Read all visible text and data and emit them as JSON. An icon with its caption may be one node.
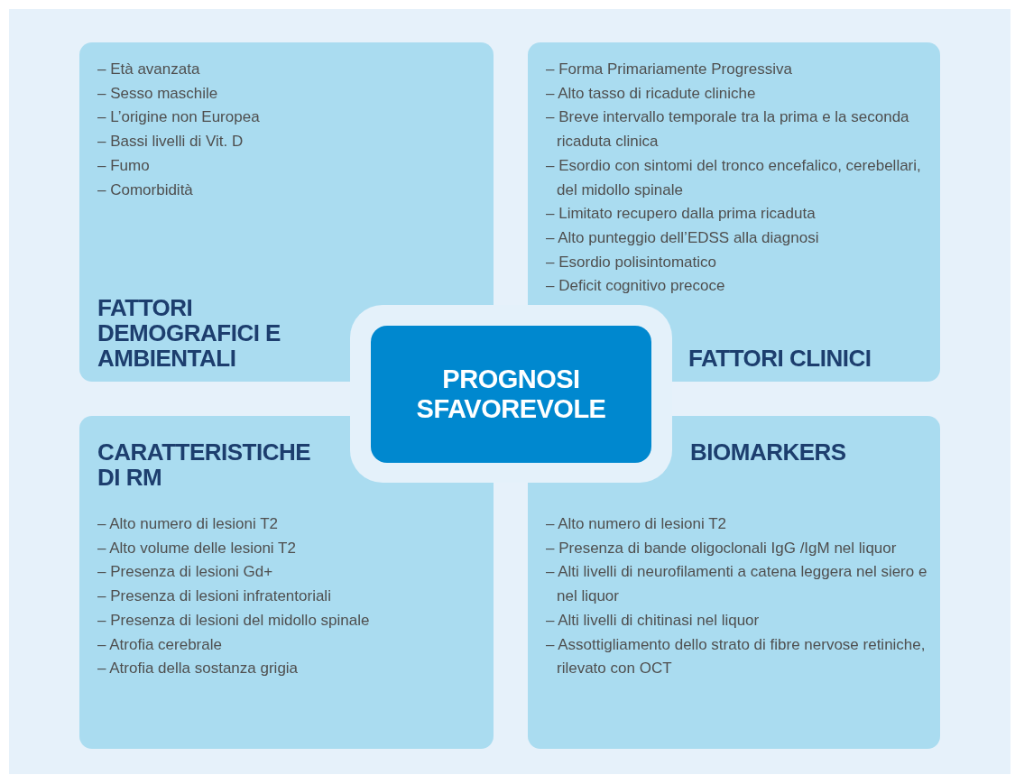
{
  "diagram": {
    "nodes": [
      {
        "text": [
          "– Età avanzata",
          "– Sesso maschile",
          "– L’origine non Europea",
          "– Bassi livelli di Vit. D",
          "– Fumo",
          "– Comorbidità",
          "FATTORI DEMOGRAFICI E AMBIENTALI"
        ]
      },
      {
        "text": [
          "– Forma Primariamente Progressiva",
          "– Alto tasso di ricadute cliniche",
          "– Breve intervallo temporale tra la prima e la seconda ricaduta clinica",
          "– Esordio con sintomi del tronco encefalico, cerebellari, del midollo spinale",
          "– Limitato recupero dalla prima ricaduta",
          "– Alto punteggio dell’EDSS alla diagnosi",
          "– Esordio polisintomatico",
          "– Deficit cognitivo precoce",
          "FATTORI CLINICI"
        ]
      },
      {
        "text": [
          "PROGNOSI SFAVOREVOLE"
        ]
      },
      {
        "text": [
          "CARATTERISTICHE DI RM",
          "– Alto numero di lesioni T2",
          "– Alto volume delle lesioni T2",
          "– Presenza di lesioni Gd+",
          "– Presenza di lesioni infratentoriali",
          "– Presenza di lesioni del midollo spinale",
          "– Atrofia cerebrale",
          "– Atrofia della sostanza grigia"
        ]
      },
      {
        "text": [
          "BIOMARKERS",
          "– Alto numero di lesioni T2",
          "– Presenza di bande oligoclonali IgG /IgM nel liquor",
          "– Alti livelli di neurofilamenti a catena leggera nel siero e nel liquor",
          "– Alti livelli di chitinasi nel liquor",
          "– Assottigliamento dello strato di fibre nervose retiniche, rilevato con OCT"
        ]
      }
    ]
  }
}
